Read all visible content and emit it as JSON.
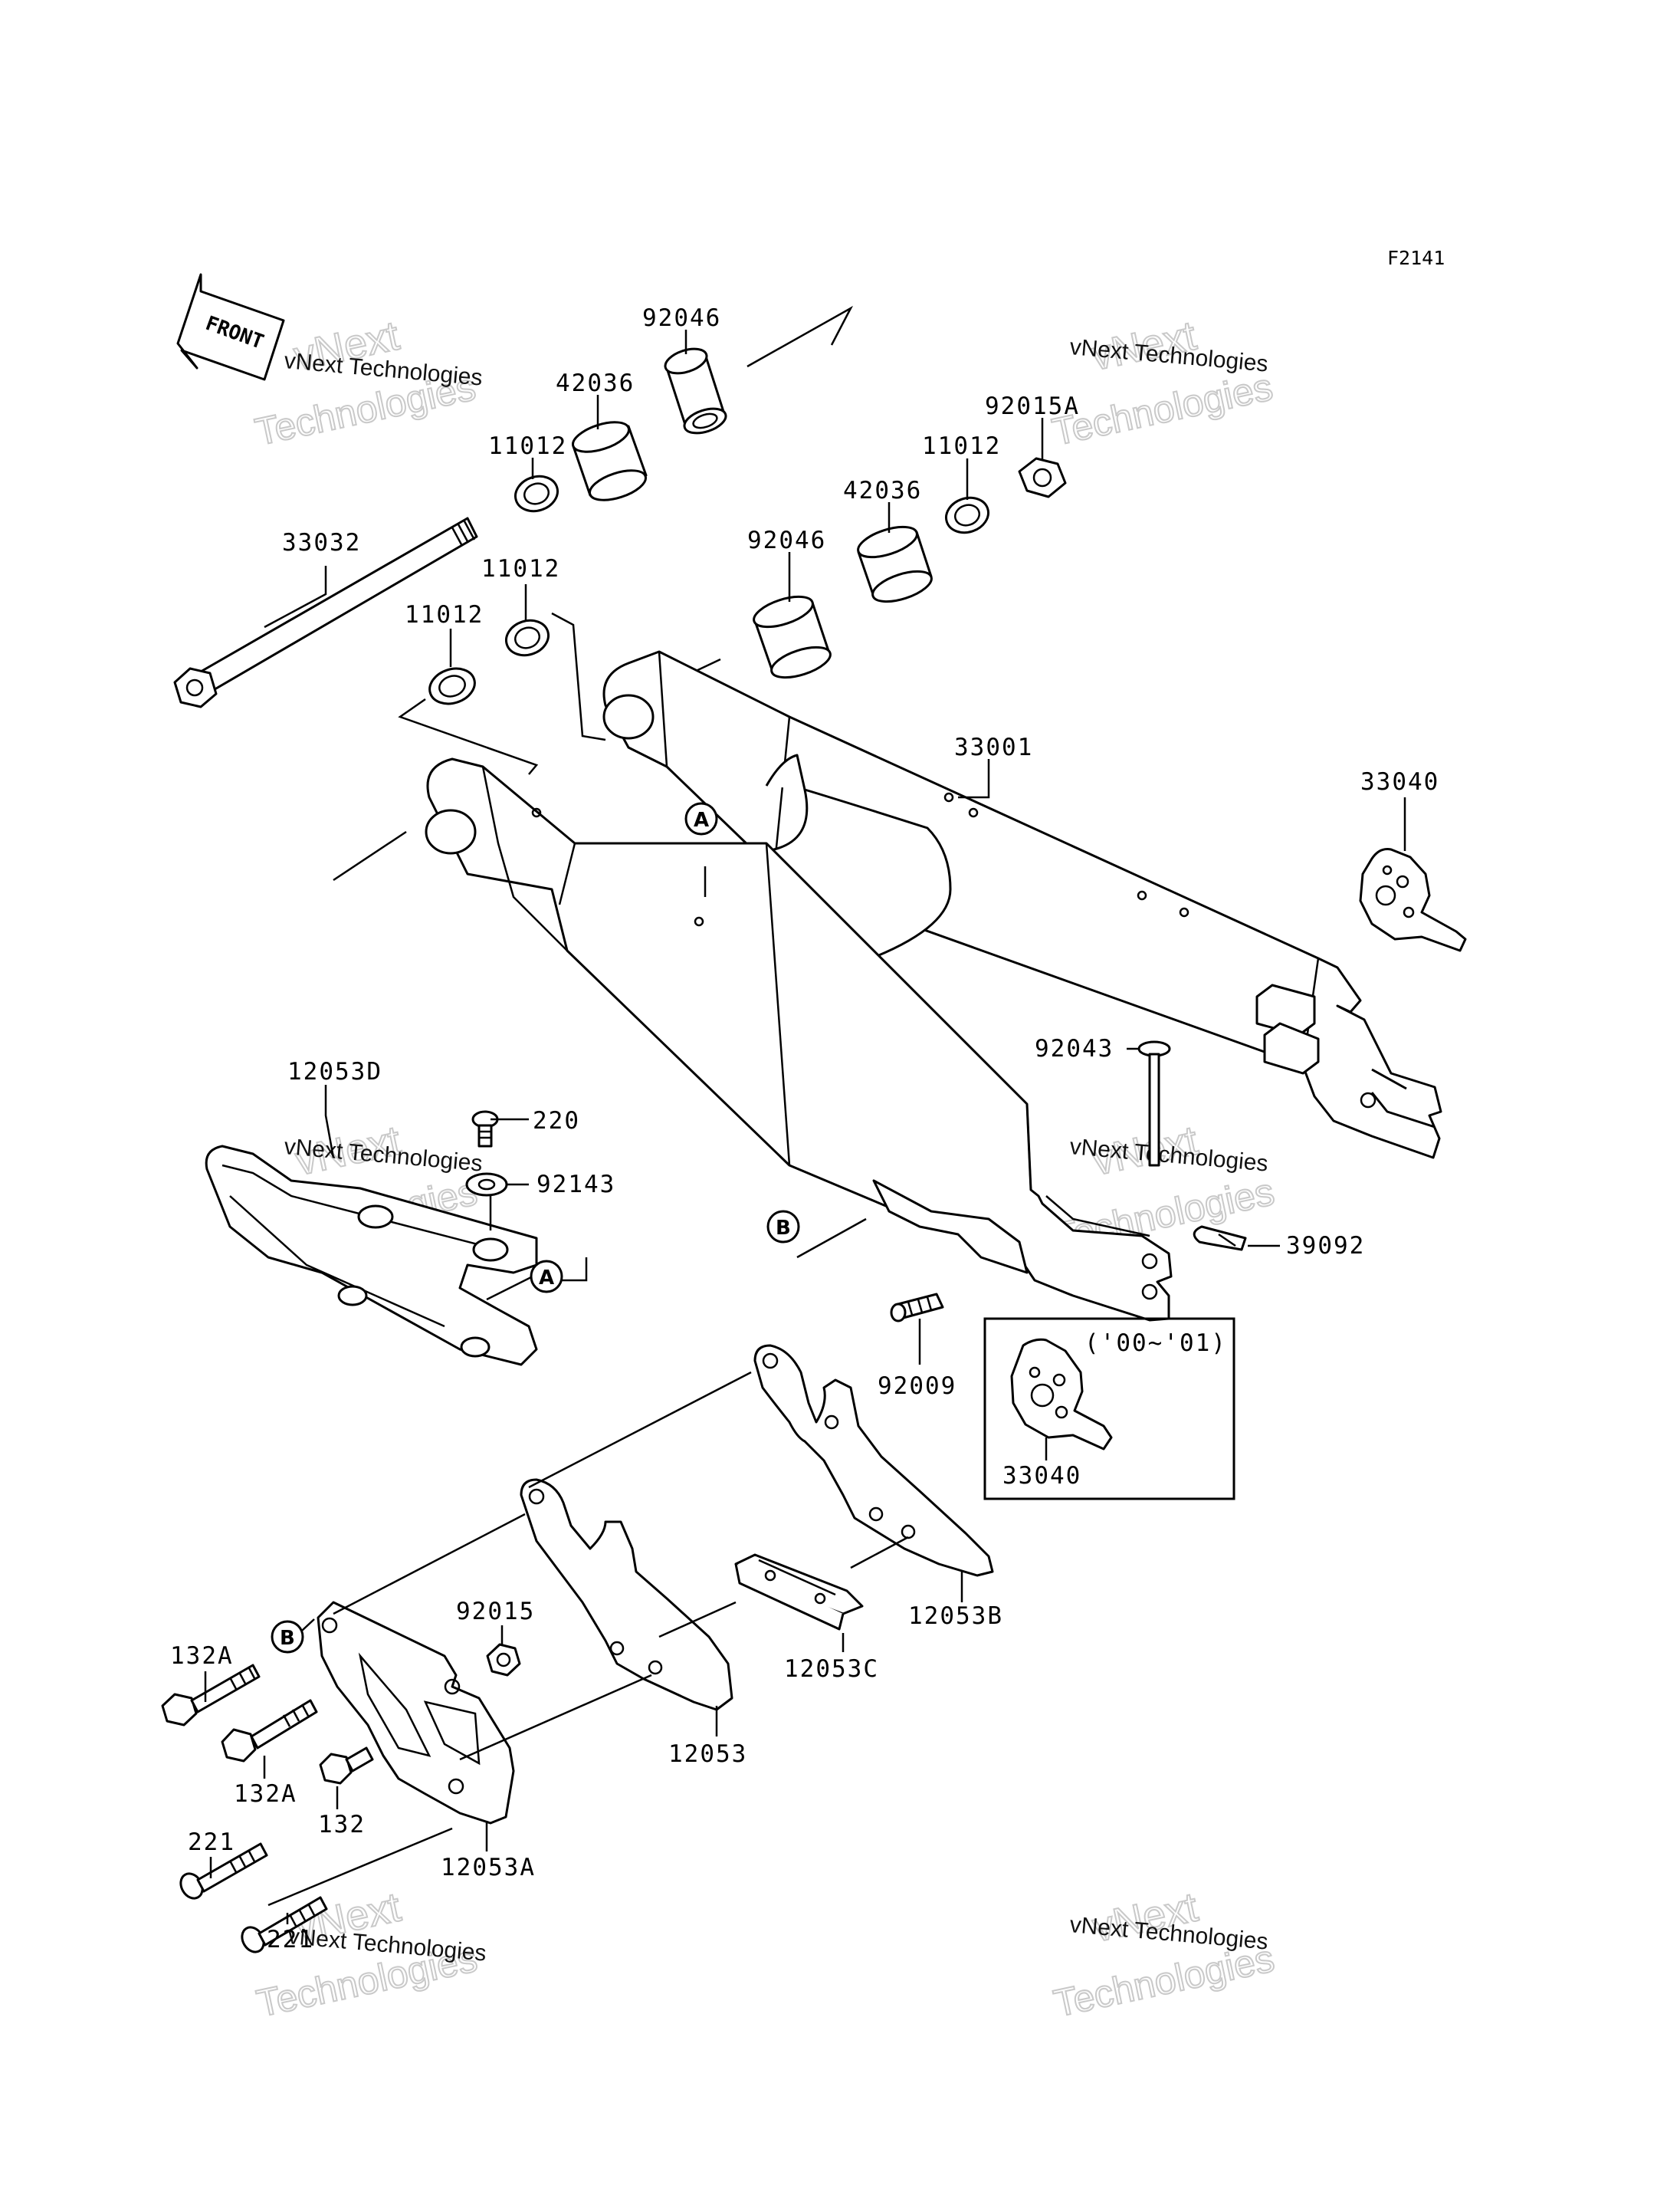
{
  "figure_code": "F2141",
  "front_label": "FRONT",
  "year_note": "('00~'01)",
  "watermark": {
    "brand": "vNext Technologies",
    "line1": "vNext",
    "line2": "Technologies"
  },
  "parts": {
    "p92046_top": "92046",
    "p42036_top": "42036",
    "p11012_top": "11012",
    "p92015A": "92015A",
    "p11012_right": "11012",
    "p42036_right": "42036",
    "p92046_mid": "92046",
    "p33032": "33032",
    "p11012_mid": "11012",
    "p11012_left": "11012",
    "p33001": "33001",
    "p33040": "33040",
    "p12053D": "12053D",
    "p220": "220",
    "p92143": "92143",
    "p92043": "92043",
    "p39092": "39092",
    "p92009": "92009",
    "p33040_box": "33040",
    "p132A_1": "132A",
    "p92015": "92015",
    "p12053B": "12053B",
    "p12053C": "12053C",
    "p12053": "12053",
    "p132A_2": "132A",
    "p132": "132",
    "p221_1": "221",
    "p221_2": "221",
    "p12053A": "12053A"
  },
  "refs": {
    "a1": "A",
    "a2": "A",
    "b1": "B",
    "b2": "B"
  }
}
